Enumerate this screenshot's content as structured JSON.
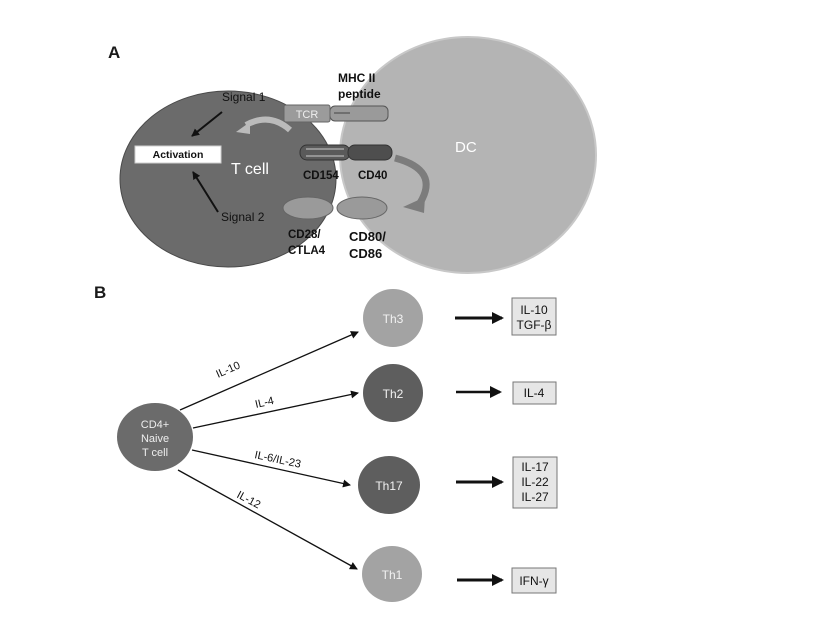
{
  "panel_a": {
    "label": "A",
    "signal1": "Signal 1",
    "signal2": "Signal 2",
    "activation": "Activation",
    "t_cell": "T cell",
    "dc": "DC",
    "tcr": "TCR",
    "mhc_line1": "MHC II",
    "mhc_line2": "peptide",
    "cd154": "CD154",
    "cd40": "CD40",
    "cd28_line1": "CD28/",
    "cd28_line2": "CTLA4",
    "cd80_line1": "CD80/",
    "cd80_line2": "CD86"
  },
  "panel_b": {
    "label": "B",
    "naive": [
      "CD4+",
      "Naive",
      "T cell"
    ],
    "subsets": [
      {
        "name": "Th3",
        "cytokine_in": "IL-10",
        "outputs": [
          "IL-10",
          "TGF-β"
        ]
      },
      {
        "name": "Th2",
        "cytokine_in": "IL-4",
        "outputs": [
          "IL-4"
        ]
      },
      {
        "name": "Th17",
        "cytokine_in": "IL-6/IL-23",
        "outputs": [
          "IL-17",
          "IL-22",
          "IL-27"
        ]
      },
      {
        "name": "Th1",
        "cytokine_in": "IL-12",
        "outputs": [
          "IFN-γ"
        ]
      }
    ]
  },
  "colors": {
    "t_cell": "#6b6b6b",
    "dc": "#b4b4b4",
    "subset_light": "#a3a3a3",
    "subset_dark": "#5e5e5e",
    "box_fill": "#e6e6e6"
  }
}
